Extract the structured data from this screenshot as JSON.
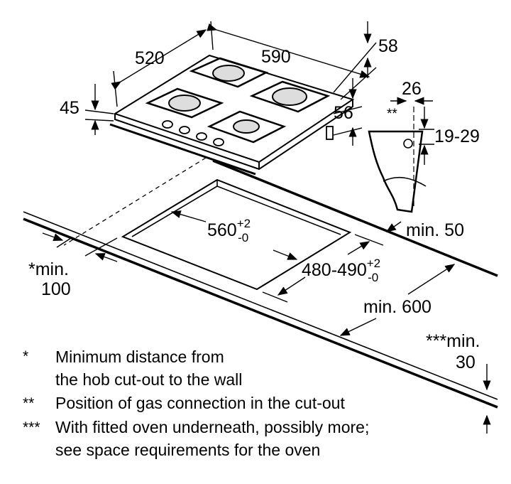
{
  "dimensions": {
    "hob_depth": "520",
    "hob_width": "590",
    "hob_height_top": "58",
    "hob_thickness": "45",
    "gas_offset_width": "26",
    "gas_marker": "**",
    "gas_offset_height": "19-29",
    "hob_side_height": "56",
    "cutout_width": "560",
    "cutout_width_tol_plus": "+2",
    "cutout_width_tol_minus": "-0",
    "cutout_depth": "480-490",
    "cutout_depth_tol_plus": "+2",
    "cutout_depth_tol_minus": "-0",
    "min_back": "min. 50",
    "min_wall_marker": "*",
    "min_wall_line1": "min.",
    "min_wall_line2": "100",
    "min_depth": "min. 600",
    "min_oven_line1": "***min.",
    "min_oven_line2": "30"
  },
  "notes": [
    {
      "marker": "*",
      "lines": [
        "Minimum distance from",
        "the hob cut-out to the wall"
      ]
    },
    {
      "marker": "**",
      "lines": [
        "Position of gas connection in the cut-out"
      ]
    },
    {
      "marker": "***",
      "lines": [
        "With fitted oven underneath, possibly more;",
        "see space requirements for the oven"
      ]
    }
  ]
}
